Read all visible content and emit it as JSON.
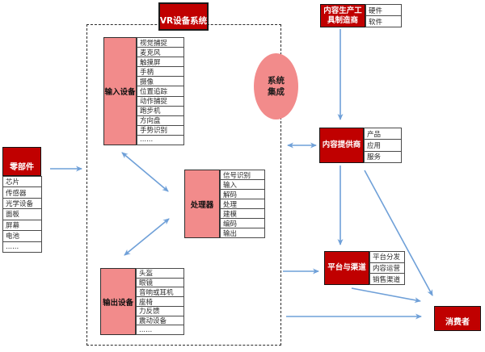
{
  "title": "VR设备系统",
  "nodes": {
    "system_integration": {
      "label": "系统集成"
    },
    "components": {
      "label": "零部件",
      "items": [
        "芯片",
        "传感器",
        "光学设备",
        "面板",
        "屏幕",
        "电池",
        "......"
      ]
    },
    "input_device": {
      "label": "输入设备",
      "items": [
        "视觉捕捉",
        "麦克风",
        "触摸屏",
        "手柄",
        "摄像",
        "位置追踪",
        "动作捕捉",
        "跑步机",
        "方向盘",
        "手势识别",
        "......"
      ]
    },
    "processor": {
      "label": "处理器",
      "items": [
        "信号识别",
        "输入",
        "解码",
        "处理",
        "建模",
        "编码",
        "输出"
      ]
    },
    "output_device": {
      "label": "输出设备",
      "items": [
        "头盔",
        "眼镜",
        "音响或耳机",
        "座椅",
        "力反馈",
        "震动设备",
        "......"
      ]
    },
    "content_tool_maker": {
      "label": "内容生产工具制造商",
      "items": [
        "硬件",
        "软件"
      ]
    },
    "content_provider": {
      "label": "内容提供商",
      "items": [
        "产品",
        "应用",
        "服务"
      ]
    },
    "platform_channel": {
      "label": "平台与渠道",
      "items": [
        "平台分发",
        "内容运营",
        "销售渠道"
      ]
    },
    "consumer": {
      "label": "消费者"
    }
  },
  "colors": {
    "dark_red": "#c00000",
    "pink": "#f28b8b",
    "arrow_blue": "#6fa0d8",
    "boundary_dash": "#2b2b2b"
  }
}
